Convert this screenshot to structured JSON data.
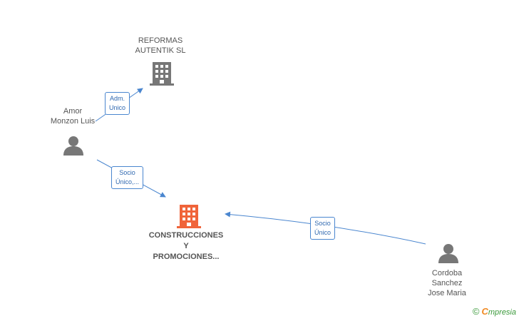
{
  "nodes": {
    "reformas": {
      "lines": [
        "REFORMAS",
        "AUTENTIK SL"
      ]
    },
    "amor": {
      "lines": [
        "Amor",
        "Monzon Luis"
      ]
    },
    "construcciones": {
      "lines": [
        "CONSTRUCCIONES",
        "Y",
        "PROMOCIONES..."
      ]
    },
    "cordoba": {
      "lines": [
        "Cordoba",
        "Sanchez",
        "Jose Maria"
      ]
    }
  },
  "edges": {
    "adm": {
      "lines": [
        "Adm.",
        "Unico"
      ]
    },
    "socio_amor": {
      "lines": [
        "Socio",
        "Único,..."
      ]
    },
    "socio_cordoba": {
      "lines": [
        "Socio",
        "Único"
      ]
    }
  },
  "colors": {
    "company": "#777777",
    "main_company": "#f0643a",
    "person": "#777777",
    "edge": "#4a86cf"
  },
  "brand": {
    "copyright": "©",
    "e": "C",
    "name": "mpresia"
  }
}
